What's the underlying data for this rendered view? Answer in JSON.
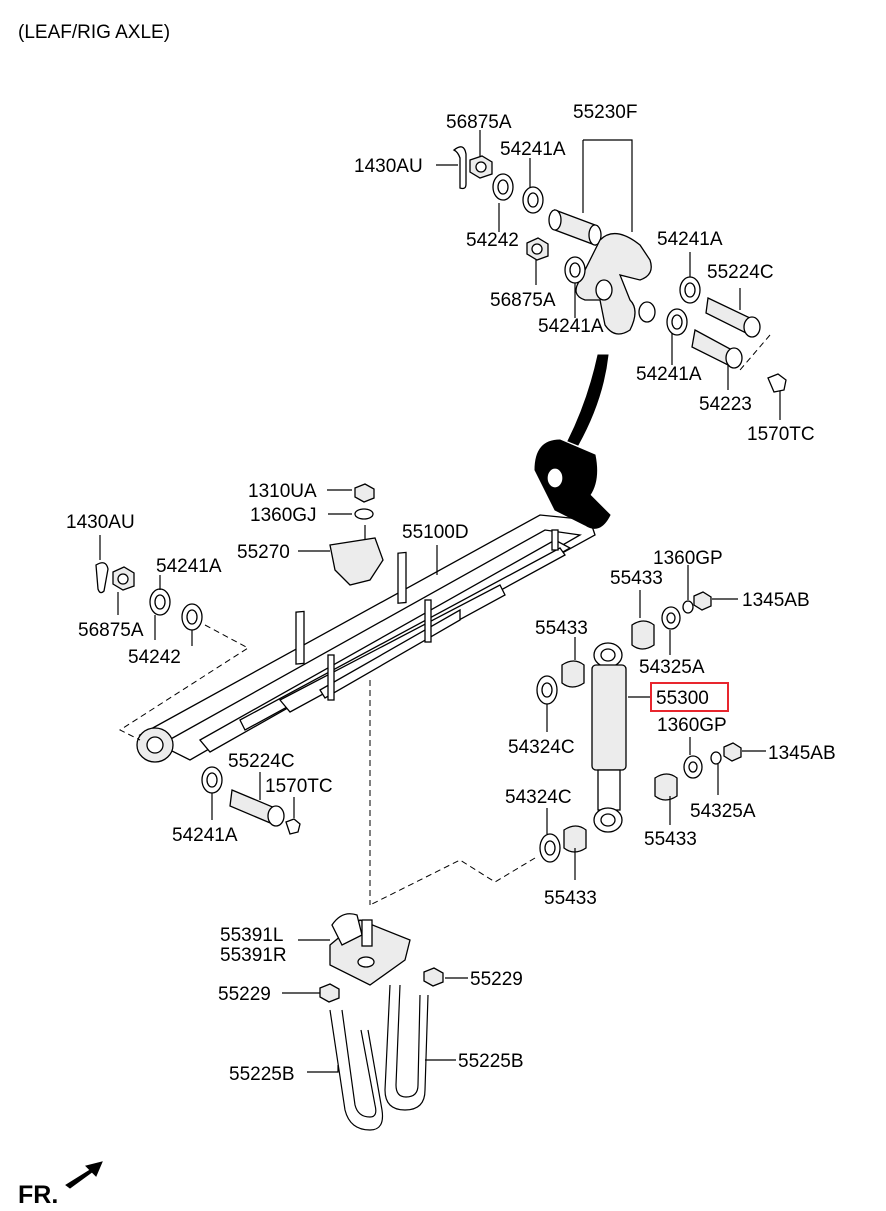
{
  "title": "(LEAF/RIG AXLE)",
  "direction_label": "FR.",
  "highlight_color": "#e8262e",
  "highlighted_part": "55300",
  "labels": {
    "p56875A_top": "56875A",
    "p55230F": "55230F",
    "p1430AU_top": "1430AU",
    "p54241A_top1": "54241A",
    "p54242_top": "54242",
    "p54241A_top2": "54241A",
    "p55224C_top": "55224C",
    "p56875A_mid": "56875A",
    "p54241A_mid": "54241A",
    "p54241A_right": "54241A",
    "p54223": "54223",
    "p1570TC_top": "1570TC",
    "p1310UA": "1310UA",
    "p1360GJ": "1360GJ",
    "p55270": "55270",
    "p55100D": "55100D",
    "p1430AU_left": "1430AU",
    "p54241A_left": "54241A",
    "p56875A_left": "56875A",
    "p54242_left": "54242",
    "p1360GP_top": "1360GP",
    "p55433_a": "55433",
    "p1345AB_top": "1345AB",
    "p55433_b": "55433",
    "p54325A_top": "54325A",
    "p55300": "55300",
    "p54324C_top": "54324C",
    "p1360GP_bot": "1360GP",
    "p1345AB_bot": "1345AB",
    "p55224C_bot": "55224C",
    "p1570TC_bot": "1570TC",
    "p54324C_bot": "54324C",
    "p54325A_bot": "54325A",
    "p54241A_bot": "54241A",
    "p55433_c": "55433",
    "p55433_d": "55433",
    "p55391L": "55391L",
    "p55391R": "55391R",
    "p55229_left": "55229",
    "p55229_right": "55229",
    "p55225B_left": "55225B",
    "p55225B_right": "55225B"
  }
}
